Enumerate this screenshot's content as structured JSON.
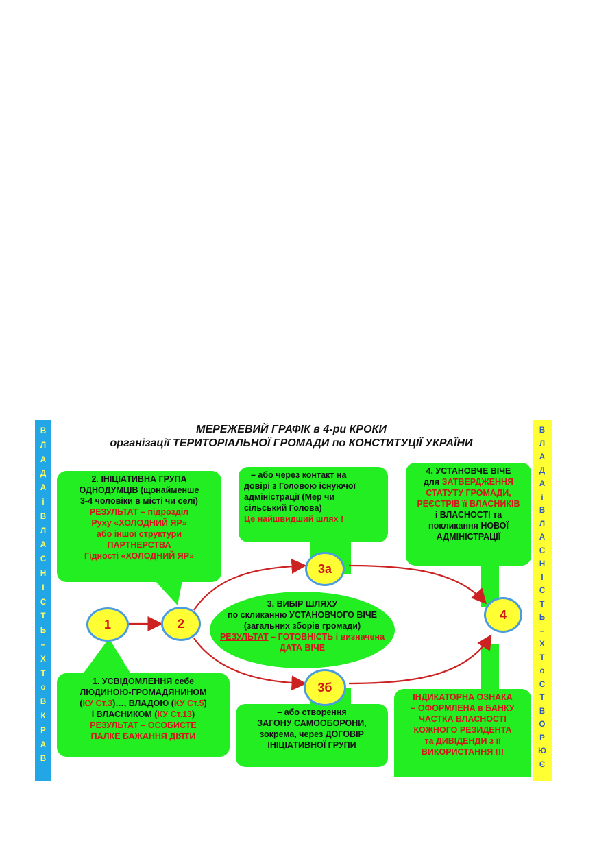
{
  "title": {
    "line1": "МЕРЕЖЕВИЙ ГРАФІК в 4-ри КРОКИ",
    "line2": "організації ТЕРИТОРІАЛЬНОЇ ГРОМАДИ по КОНСТИТУЦІЇ УКРАЇНИ"
  },
  "left_sidebar": [
    "В",
    "Л",
    "А",
    "Д",
    "А",
    "і",
    "В",
    "Л",
    "А",
    "С",
    "Н",
    "І",
    "С",
    "Т",
    "Ь",
    "–",
    "Х",
    "Т",
    "о",
    "В",
    "К",
    "Р",
    "А",
    "В"
  ],
  "right_sidebar": [
    "В",
    "Л",
    "А",
    "Д",
    "А",
    "і",
    "В",
    "Л",
    "А",
    "С",
    "Н",
    "І",
    "С",
    "Т",
    "Ь",
    "–",
    "Х",
    "Т",
    "о",
    "С",
    "Т",
    "В",
    "О",
    "Р",
    "Ю",
    "Є"
  ],
  "nodes": {
    "n1": "1",
    "n2": "2",
    "n3a": "3а",
    "n3b": "3б",
    "n4": "4"
  },
  "box2": {
    "l1": "2. ІНІЦІАТИВНА ГРУПА",
    "l2": "ОДНОДУМЦІВ (щонайменше",
    "l3": "3-4 чоловіки в місті чи селі)",
    "result": "РЕЗУЛЬТАТ",
    "l4": " –  підрозділ",
    "l5": "Руху «ХОЛОДНИЙ ЯР»",
    "l6": "або іншої структури",
    "l7": "ПАРТНЕРСТВА",
    "l8": "Гідності «ХОЛОДНИЙ ЯР»"
  },
  "box3a": {
    "l1": "–  або через  контакт на",
    "l2": "довірі з Головою існуючої",
    "l3": "адміністрації (Мер  чи",
    "l4": "сільський Голова)",
    "l5": "Це найшвидший  шлях !"
  },
  "box4": {
    "l1": "4. УСТАНОВЧЕ ВІЧЕ",
    "l2a": "для ",
    "l2b": "ЗАТВЕРДЖЕННЯ",
    "l3": "СТАТУТУ ГРОМАДИ,",
    "l4": "РЕЄСТРІВ її ВЛАСНИКІВ",
    "l5": "і ВЛАСНОСТІ та",
    "l6": "покликання НОВОЇ",
    "l7": "АДМІНІСТРАЦІЇ"
  },
  "oval3": {
    "l1": "3. ВИБІР ШЛЯХУ",
    "l2": "по скликанню УСТАНОВЧОГО ВІЧЕ",
    "l3": "(загальних зборів громади)",
    "result": "РЕЗУЛЬТАТ",
    "l4": " – ГОТОВНІСТЬ і визначена",
    "l5": "ДАТА  ВІЧЕ"
  },
  "box1": {
    "l1": "1. УСВІДОМЛЕННЯ себе",
    "l2": "ЛЮДИНОЮ-ГРОМАДЯНИНОМ",
    "l3a": "(",
    "l3b": "КУ Ст.3",
    "l3c": ")…, ВЛАДОЮ (",
    "l3d": "КУ Ст.5",
    "l3e": ")",
    "l4a": "і  ВЛАСНИКОМ (",
    "l4b": "КУ Ст.13",
    "l4c": ")",
    "result": "РЕЗУЛЬТАТ",
    "l5": " – ОСОБИСТЕ",
    "l6": "ПАЛКЕ БАЖАННЯ ДІЯТИ"
  },
  "box3b": {
    "l1": "–  або створення",
    "l2": "ЗАГОНУ САМООБОРОНИ,",
    "l3": "зокрема, через ДОГОВІР",
    "l4": "ІНІЦІАТИВНОЇ ГРУПИ"
  },
  "box_ind": {
    "l1": "ІНДИКАТОРНА  ОЗНАКА",
    "l2": "–  ОФОРМЛЕНА в БАНКУ",
    "l3": "ЧАСТКА  ВЛАСНОСТІ",
    "l4": "КОЖНОГО  РЕЗИДЕНТА",
    "l5": "та ДИВІДЕНДИ з її",
    "l6": "ВИКОРИСТАННЯ !!!"
  },
  "colors": {
    "green": "#22ee22",
    "yellow": "#ffff33",
    "blue": "#23a6e6",
    "red": "#d01818",
    "arrow": "#cc2222"
  }
}
